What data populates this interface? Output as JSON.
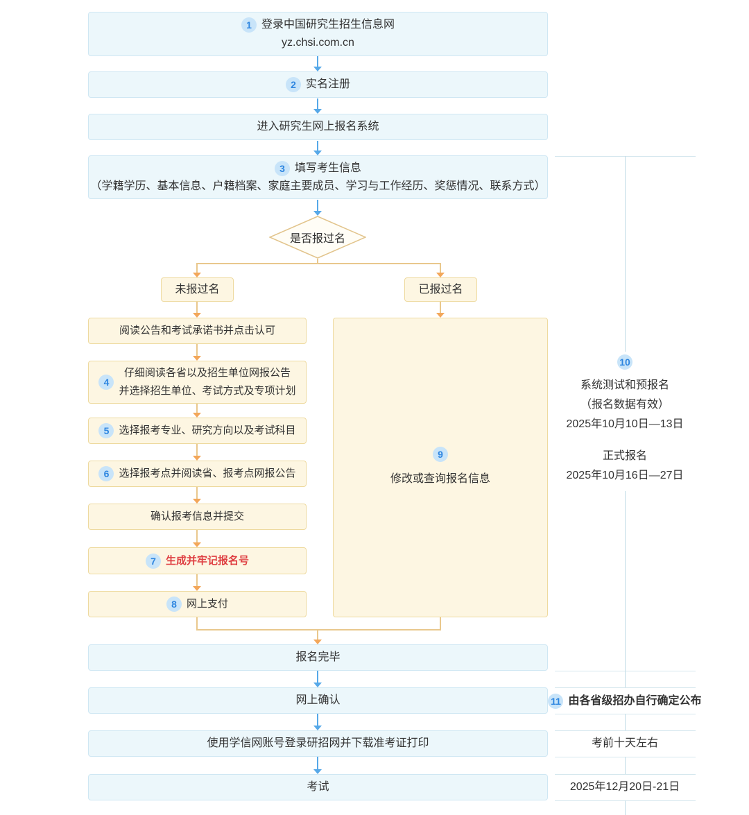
{
  "flow": {
    "login": {
      "badge": "1",
      "title": "登录中国研究生招生信息网",
      "url": "yz.chsi.com.cn"
    },
    "register": {
      "badge": "2",
      "label": "实名注册"
    },
    "enter_system": {
      "label": "进入研究生网上报名系统"
    },
    "fill_info": {
      "badge": "3",
      "title": "填写考生信息",
      "detail": "（学籍学历、基本信息、户籍档案、家庭主要成员、学习与工作经历、奖惩情况、联系方式）"
    },
    "decision": {
      "label": "是否报过名"
    },
    "branch_no": {
      "label": "未报过名"
    },
    "branch_yes": {
      "label": "已报过名"
    },
    "read_notice": {
      "label": "阅读公告和考试承诺书并点击认可"
    },
    "read_detail": {
      "badge": "4",
      "line1": "仔细阅读各省以及招生单位网报公告",
      "line2": "并选择招生单位、考试方式及专项计划"
    },
    "choose_major": {
      "badge": "5",
      "label": "选择报考专业、研究方向以及考试科目"
    },
    "choose_site": {
      "badge": "6",
      "label": "选择报考点并阅读省、报考点网报公告"
    },
    "confirm_submit": {
      "label": "确认报考信息并提交"
    },
    "remember_id": {
      "badge": "7",
      "label": "生成并牢记报名号"
    },
    "pay_online": {
      "badge": "8",
      "label": "网上支付"
    },
    "modify_query": {
      "badge": "9",
      "label": "修改或查询报名信息"
    },
    "finish": {
      "label": "报名完毕"
    },
    "online_confirm": {
      "label": "网上确认"
    },
    "print_ticket": {
      "label": "使用学信网账号登录研招网并下载准考证打印"
    },
    "exam": {
      "label": "考试"
    }
  },
  "timeline": {
    "registration": {
      "badge": "10",
      "pre_title": "系统测试和预报名",
      "pre_note": "（报名数据有效）",
      "pre_dates": "2025年10月10日—13日",
      "official_title": "正式报名",
      "official_dates": "2025年10月16日—27日"
    },
    "confirm_note": {
      "badge": "11",
      "label": "由各省级招办自行确定公布"
    },
    "ticket_note": {
      "label": "考前十天左右"
    },
    "exam_dates": {
      "label": "2025年12月20日-21日"
    }
  },
  "colors": {
    "blue_box_bg": "#ecf7fb",
    "blue_box_border": "#cfe7f3",
    "blue_arrow": "#56a8e8",
    "cream_box_bg": "#fdf6e2",
    "cream_box_border": "#eeda9f",
    "orange_line": "#e9c88d",
    "orange_arrow": "#f3a75a",
    "badge_bg": "#c8e4f9",
    "badge_text": "#2e86e0",
    "warning_text": "#df4043",
    "text": "#333333",
    "timeline_line": "#d5e7ee"
  }
}
